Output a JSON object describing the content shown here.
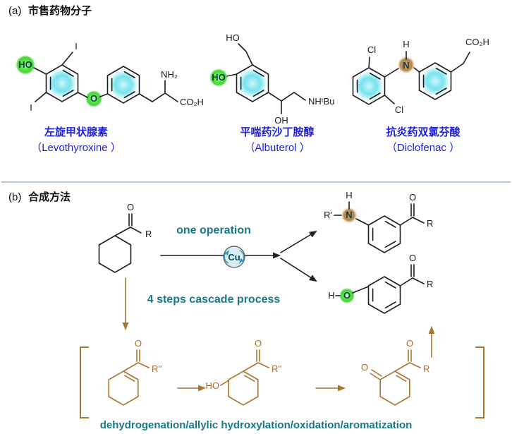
{
  "colors": {
    "label_blue": "#2121dd",
    "teal_text": "#17798a",
    "structure_black": "#1c1c1c",
    "structure_brown": "#a8762e",
    "green_highlight": "#3ed32e",
    "cyan_highlight": "#55dcea",
    "amine_brown": "#b5813f"
  },
  "section_a": {
    "label": "(a)",
    "title": "市售药物分子",
    "molecules": [
      {
        "name_cn": "左旋甲状腺素",
        "name_en": "（Levothyroxine ）",
        "atoms": {
          "ho": "HO",
          "i_top": "I",
          "i_bottom": "I",
          "o_bridge": "O",
          "nh2": "NH₂",
          "co2h": "CO₂H"
        }
      },
      {
        "name_cn": "平喘药沙丁胺醇",
        "name_en": "（Albuterol ）",
        "atoms": {
          "ho_top": "HO",
          "ho_left": "HO",
          "oh": "OH",
          "nhtbu": "NHᵗBu"
        }
      },
      {
        "name_cn": "抗炎药双氯芬酸",
        "name_en": "（Diclofenac ）",
        "atoms": {
          "cl_top": "Cl",
          "cl_bottom": "Cl",
          "h": "H",
          "n": "N",
          "co2h": "CO₂H"
        }
      }
    ]
  },
  "section_b": {
    "label": "(b)",
    "title": "合成方法",
    "one_operation": "one operation",
    "catalyst": "Cu",
    "cascade": "4 steps cascade process",
    "caption": "dehydrogenation/allylic hydroxylation/oxidation/aromatization",
    "start_material": {
      "o": "O",
      "r": "R"
    },
    "product_amine": {
      "h": "H",
      "r_prime": "R'",
      "n": "N",
      "o": "O",
      "r": "R"
    },
    "product_phenol": {
      "h": "H",
      "o_ring": "O",
      "o": "O",
      "r": "R"
    },
    "intermediates": [
      {
        "o": "O",
        "r": "R''"
      },
      {
        "ho": "HO",
        "o": "O",
        "r": "R''"
      },
      {
        "o_ring": "O",
        "o": "O",
        "r": "R"
      }
    ]
  }
}
